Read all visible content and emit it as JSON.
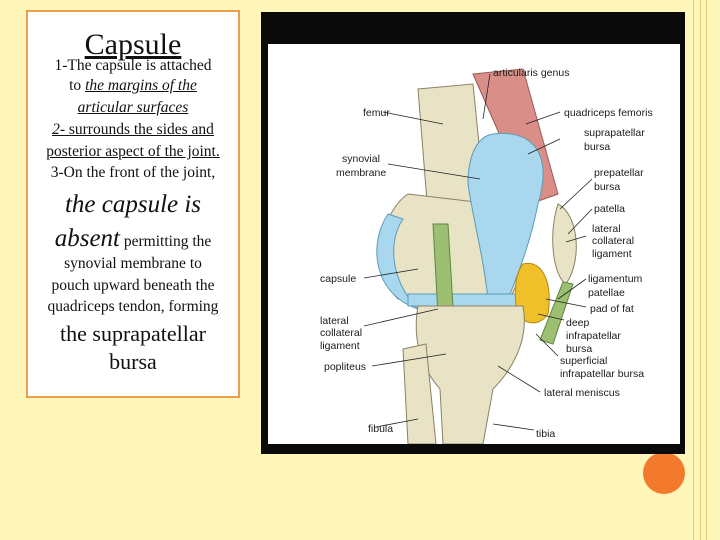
{
  "textbox": {
    "title": "Capsule",
    "line1": "1-The capsule is attached",
    "line2_prefix": "to ",
    "line2_u": "the margins of the",
    "line3": "articular surfaces",
    "line4_num": "2-",
    "line4_rest": " surrounds the sides and",
    "line5": "posterior aspect of the joint.",
    "line6": "3-On the front of the joint,",
    "line7": "the capsule is",
    "line8_big": "absent",
    "line8_rest": " permitting the",
    "line9": "synovial membrane to",
    "line10": "pouch upward beneath the",
    "line11": "quadriceps tendon, forming",
    "line12": "the suprapatellar",
    "line13": "bursa"
  },
  "figure": {
    "labels": {
      "articularis_genus": "articularis genus",
      "femur": "femur",
      "quadriceps_femoris": "quadriceps femoris",
      "suprapatellar_bursa_1": "suprapatellar",
      "suprapatellar_bursa_2": "bursa",
      "synovial_membrane_1": "synovial",
      "synovial_membrane_2": "membrane",
      "prepatellar_bursa_1": "prepatellar",
      "prepatellar_bursa_2": "bursa",
      "patella": "patella",
      "lateral_collateral_1": "lateral",
      "lateral_collateral_2": "collateral",
      "lateral_collateral_3": "ligament",
      "capsule": "capsule",
      "ligamentum_patellae_1": "ligamentum",
      "ligamentum_patellae_2": "patellae",
      "pad_of_fat": "pad of fat",
      "lcl_left_1": "lateral",
      "lcl_left_2": "collateral",
      "lcl_left_3": "ligament",
      "deep_infra_1": "deep",
      "deep_infra_2": "infrapatellar",
      "deep_infra_3": "bursa",
      "popliteus": "popliteus",
      "superficial_infra_1": "superficial",
      "superficial_infra_2": "infrapatellar bursa",
      "lateral_meniscus": "lateral meniscus",
      "fibula": "fibula",
      "tibia": "tibia"
    }
  },
  "colors": {
    "background": "#fdf6b8",
    "accent_orange": "#f37a2c",
    "box_border": "#e8a050",
    "synovial_blue": "#a9d8ee",
    "fat_yellow": "#f0c02a",
    "muscle_red": "#d98f88",
    "ligament_green": "#9cbf72",
    "bone": "#e9e3c6"
  }
}
